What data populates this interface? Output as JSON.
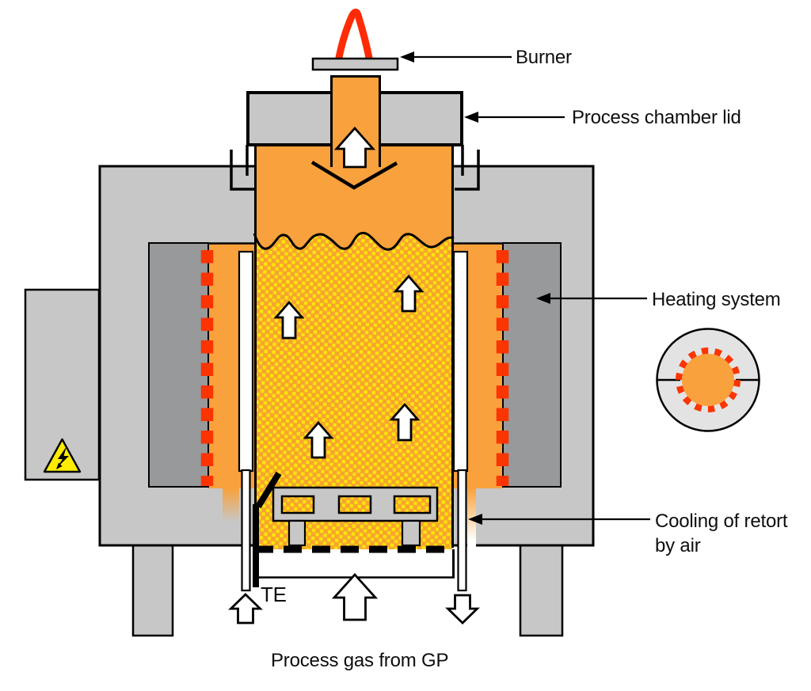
{
  "labels": {
    "burner": "Burner",
    "process_chamber_lid": "Process chamber lid",
    "heating_system": "Heating system",
    "cooling_line1": "Cooling of retort",
    "cooling_line2": "by air",
    "thermocouple": "TE",
    "process_gas": "Process gas from GP"
  },
  "icons": {
    "flame": "burner-flame-icon",
    "electrical_hazard": "electrical-hazard-icon",
    "gas_flow": "up-arrow-icon",
    "air_out": "down-arrow-icon"
  },
  "colors": {
    "light-gray": "#C7C7C7",
    "dark-gray": "#98999B",
    "orange": "#F9A13C",
    "granule-bg": "#F7A42F",
    "granule-dot": "#FFE50A",
    "heater-red": "#FB3400",
    "flame-red": "#FF2B05",
    "hazard-yellow": "#FFEC00",
    "xsec-gray": "#E3E3E3",
    "text": "#0E0E0E"
  }
}
